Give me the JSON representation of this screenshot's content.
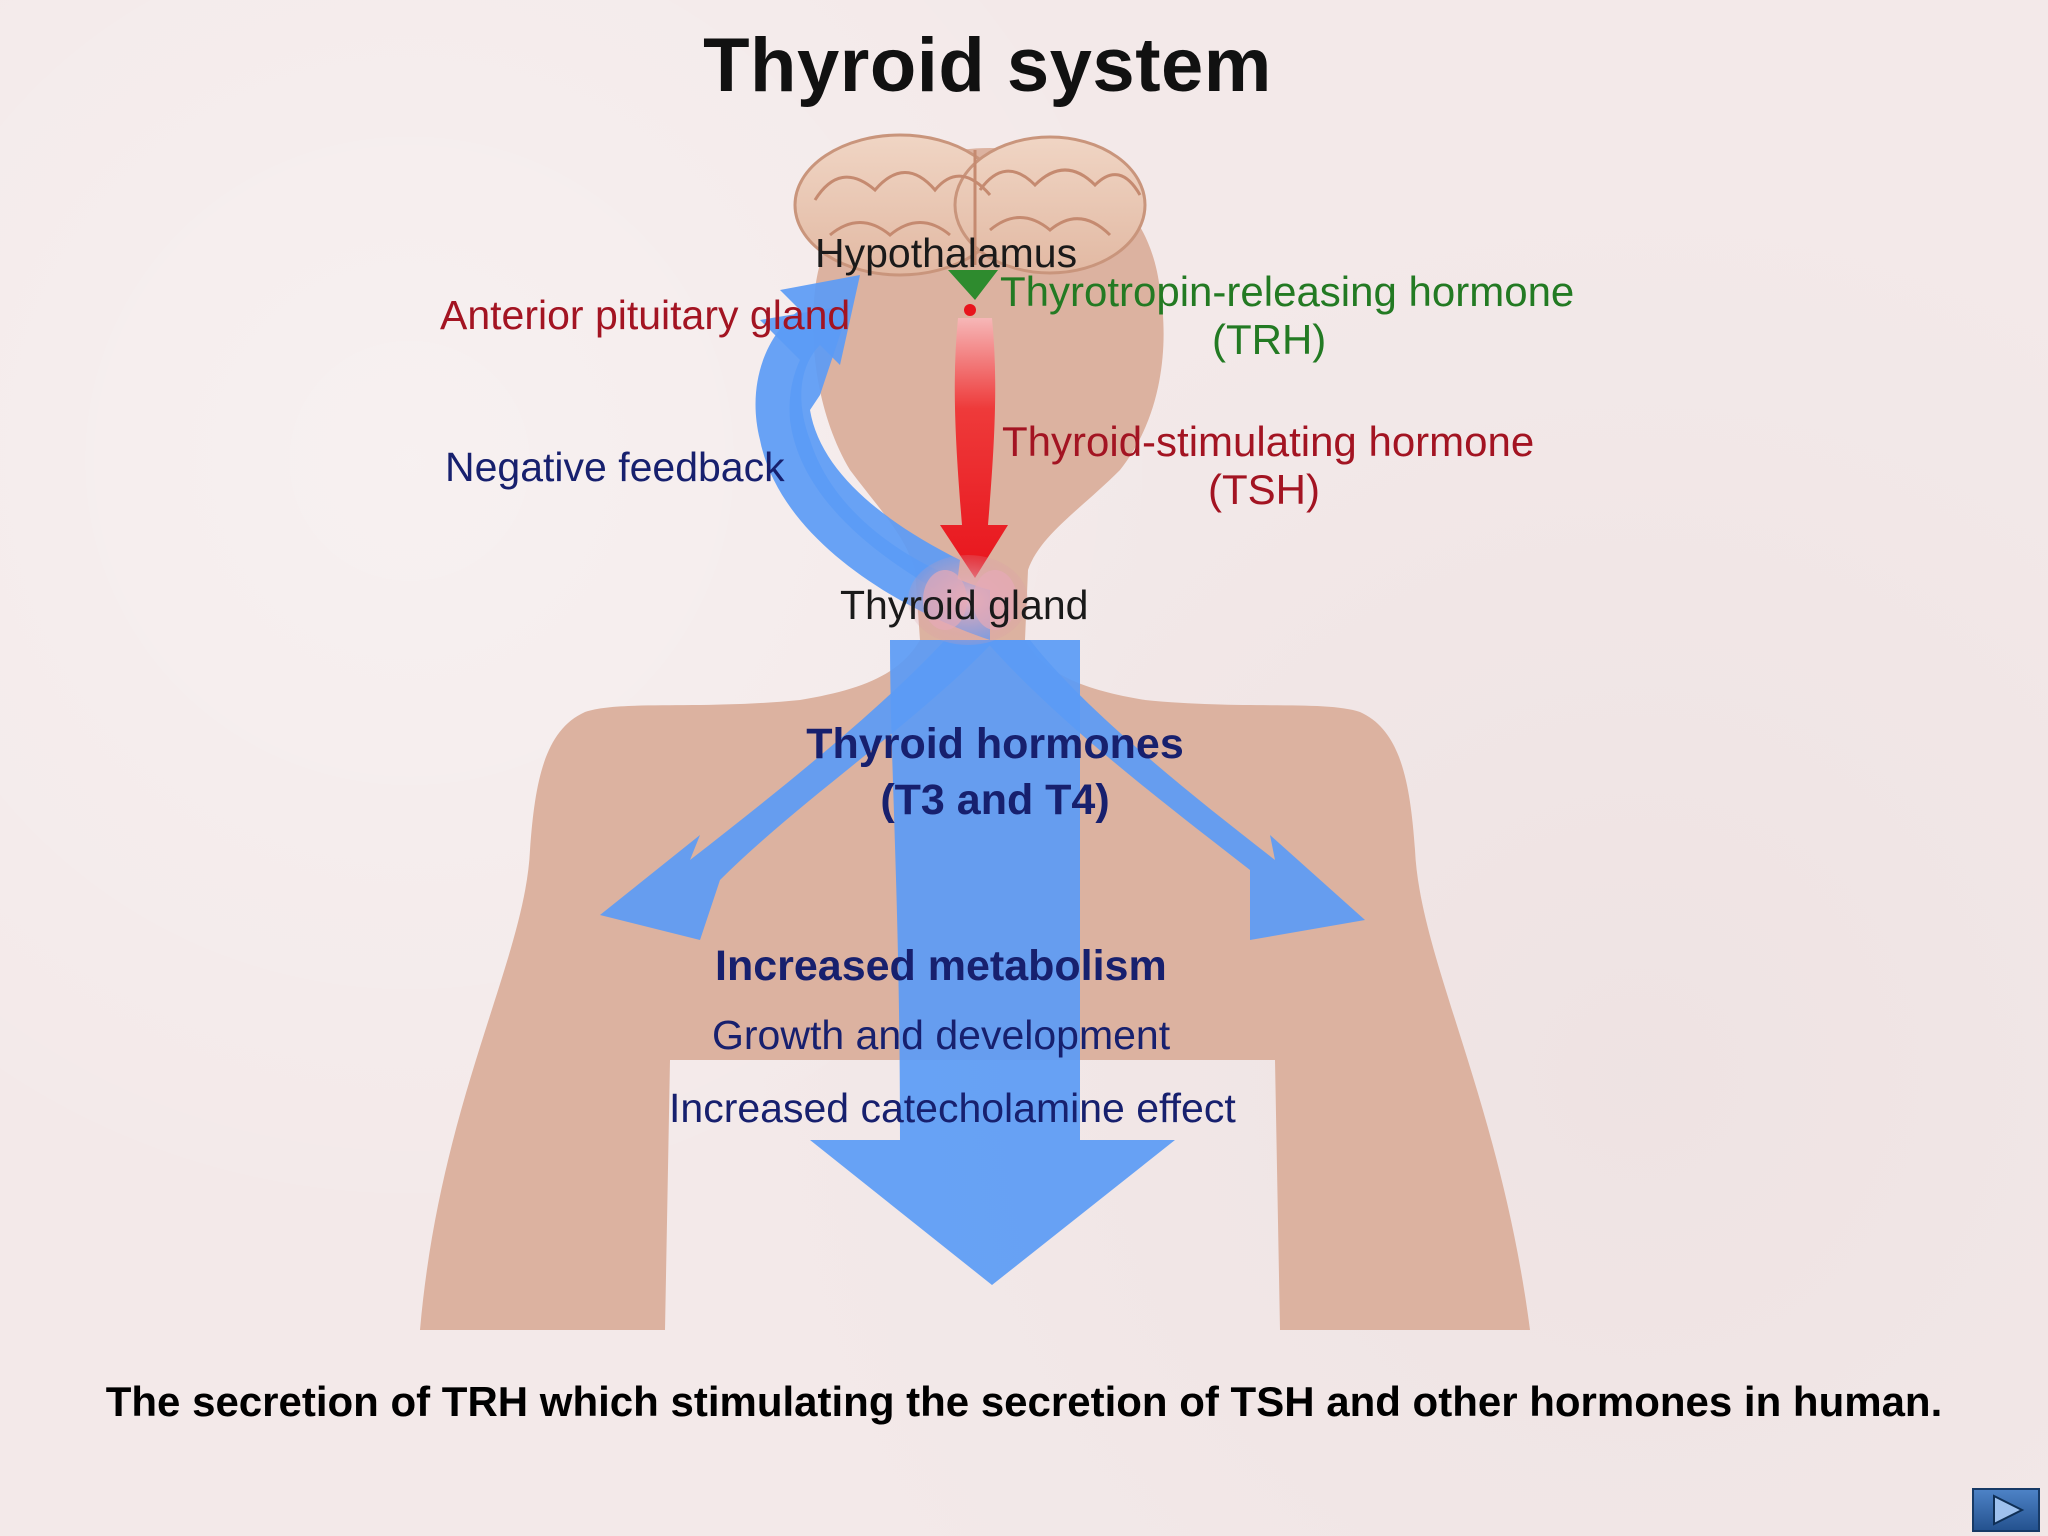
{
  "title": "Thyroid system",
  "labels": {
    "hypothalamus": "Hypothalamus",
    "anterior_pituitary": "Anterior pituitary gland",
    "trh_line1": "Thyrotropin-releasing hormone",
    "trh_line2": "(TRH)",
    "tsh_line1": "Thyroid-stimulating hormone",
    "tsh_line2": "(TSH)",
    "negative_feedback": "Negative feedback",
    "thyroid_gland": "Thyroid gland",
    "thyroid_hormones_line1": "Thyroid hormones",
    "thyroid_hormones_line2": "(T3 and T4)",
    "effect1": "Increased metabolism",
    "effect2": "Growth and development",
    "effect3": "Increased catecholamine effect"
  },
  "caption": "The secretion of TRH which stimulating the secretion of TSH and other hormones in human.",
  "colors": {
    "body": "#dcb2a0",
    "feedback_arrow": "#5b9bf5",
    "tsh_arrow": "#e8141c",
    "trh_arrow": "#2e8b2e",
    "label_red": "#a31422",
    "label_green": "#237a23",
    "label_navy": "#17206e"
  },
  "icons": {
    "next": "next-slide-icon"
  }
}
